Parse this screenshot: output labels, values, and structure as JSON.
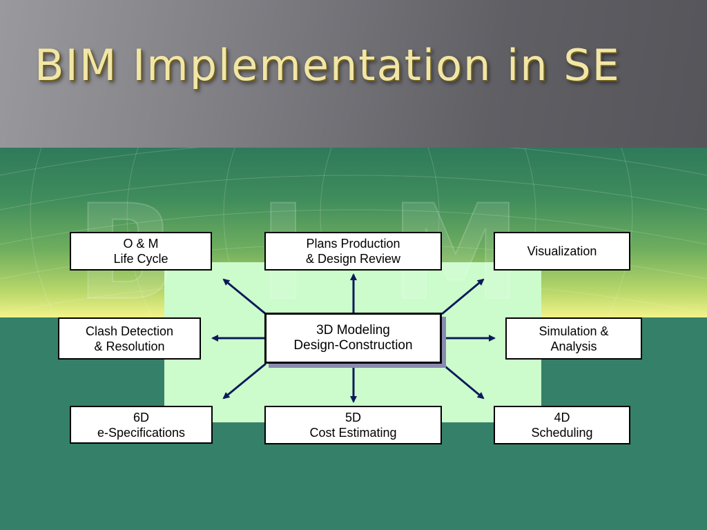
{
  "slide": {
    "title": "BIM Implementation in SE",
    "watermark": "BIM"
  },
  "diagram": {
    "center": {
      "line1": "3D Modeling",
      "line2": "Design-Construction"
    },
    "nodes": {
      "om": {
        "line1": "O & M",
        "line2": "Life Cycle"
      },
      "plans": {
        "line1": "Plans Production",
        "line2": "& Design Review"
      },
      "visualization": {
        "line1": "Visualization",
        "line2": ""
      },
      "clash": {
        "line1": "Clash Detection",
        "line2": "& Resolution"
      },
      "simulation": {
        "line1": "Simulation &",
        "line2": "Analysis"
      },
      "spec6d": {
        "line1": "6D",
        "line2": "e-Specifications"
      },
      "cost5d": {
        "line1": "5D",
        "line2": "Cost Estimating"
      },
      "sched4d": {
        "line1": "4D",
        "line2": "Scheduling"
      }
    },
    "colors": {
      "arrow": "#0c1a5a",
      "panel": "#ccfccc",
      "title": "#f2e6a6"
    }
  }
}
